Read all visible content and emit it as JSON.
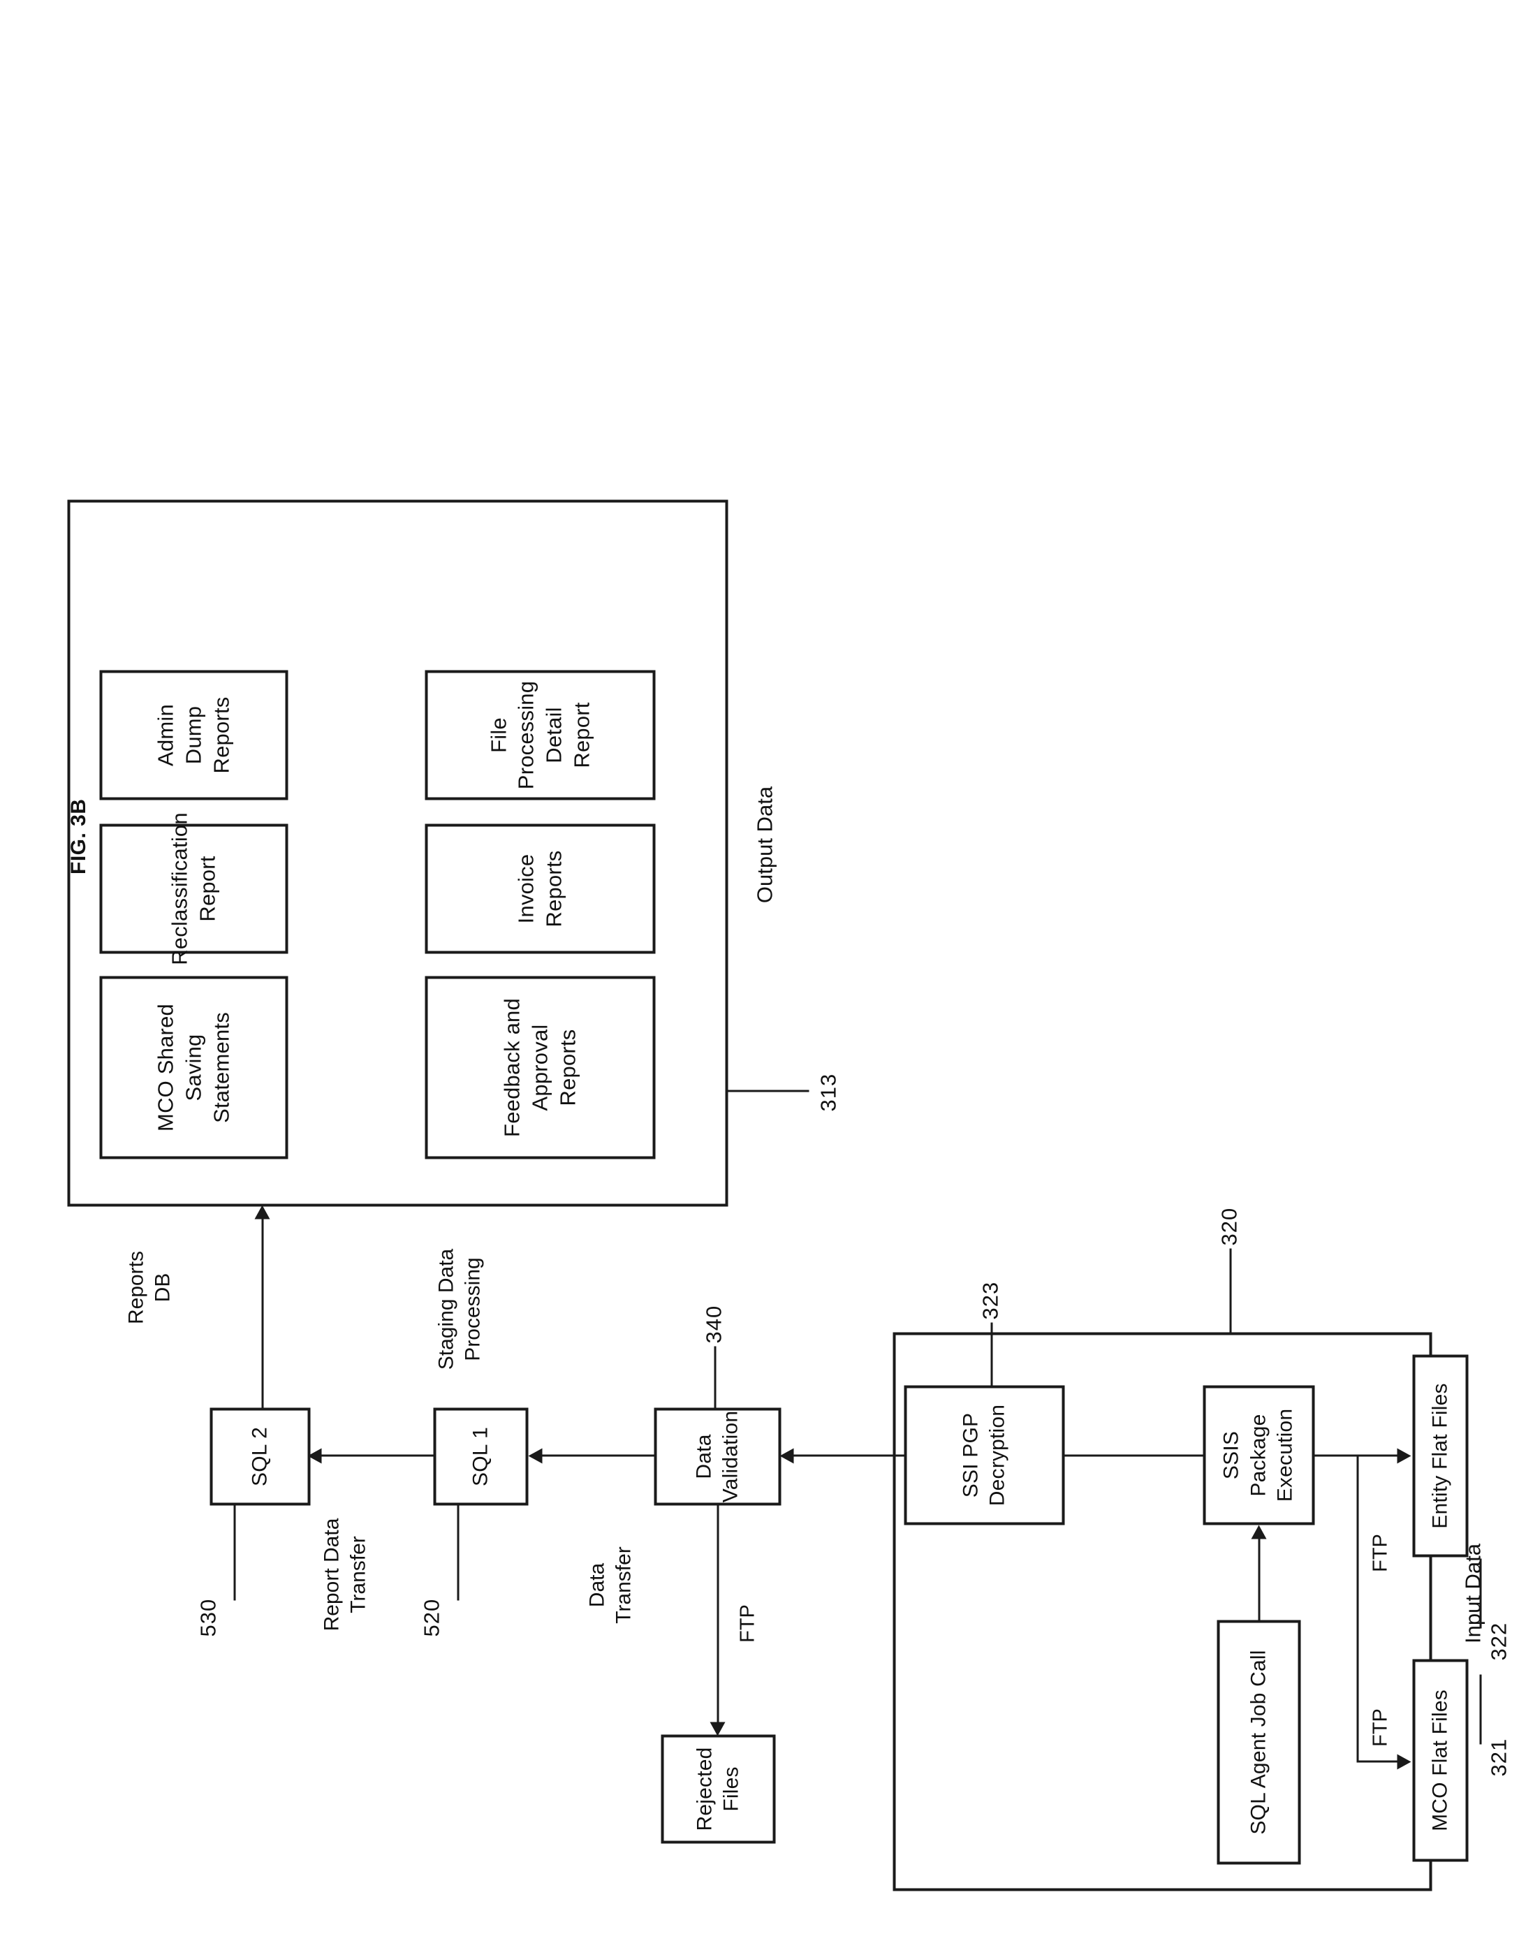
{
  "figure": {
    "caption": "FIG. 3B",
    "orientation": "landscape-rotated-90"
  },
  "groups": {
    "input": {
      "label": "Input Data",
      "ref": "320"
    },
    "output": {
      "label": "Output Data",
      "ref": "313"
    }
  },
  "nodes": {
    "sql_agent_job_call": {
      "label": "SQL Agent Job Call"
    },
    "ssis_package_execution": {
      "label": "SSIS Package\nExecution"
    },
    "mco_flat_files": {
      "label": "MCO Flat Files",
      "ref": "321"
    },
    "entity_flat_files": {
      "label": "Entity Flat Files",
      "ref": "322"
    },
    "ssi_pgp_decryption": {
      "label": "SSI PGP\nDecryption",
      "ref": "323"
    },
    "data_validation": {
      "label": "Data Validation",
      "ref": "340"
    },
    "rejected_files": {
      "label": "Rejected Files"
    },
    "sql_1": {
      "label": "SQL 1",
      "ref": "520"
    },
    "sql_2": {
      "label": "SQL 2",
      "ref": "530"
    }
  },
  "edge_labels": {
    "ftp_mco": "FTP",
    "ftp_entity": "FTP",
    "ftp_rejected": "FTP",
    "data_transfer": "Data\nTransfer",
    "staging_data_processing": "Staging Data\nProcessing",
    "report_data_transfer": "Report Data\nTransfer",
    "reports_db": "Reports\nDB"
  },
  "reports": [
    {
      "label": "MCO Shared\nSaving\nStatements"
    },
    {
      "label": "Reclassification\nReport"
    },
    {
      "label": "Admin Dump\nReports"
    },
    {
      "label": "Feedback and\nApproval Reports"
    },
    {
      "label": "Invoice Reports"
    },
    {
      "label": "File Processing\nDetail Report"
    }
  ],
  "colors": {
    "ink": "#1a1a1a",
    "paper": "#ffffff"
  }
}
